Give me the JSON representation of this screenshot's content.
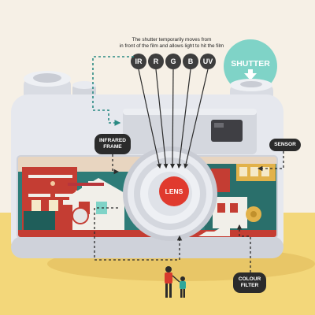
{
  "shutter_note": {
    "line1": "The shutter temporarily moves from",
    "line2": "in front of the film and allows light to hit the film"
  },
  "filters": [
    "IR",
    "R",
    "G",
    "B",
    "UV"
  ],
  "shutter_label": "SHUTTER",
  "lens_label": "LENS",
  "callouts": {
    "infrared_line1": "INFRARED",
    "infrared_line2": "FRAME",
    "sensor": "SENSOR",
    "colour_line1": "COLOUR",
    "colour_line2": "FILTER"
  },
  "colors": {
    "background": "#f6f0e6",
    "floor": "#f3d77a",
    "camera_body": "#e6e8ee",
    "lens_red": "#e03a2e",
    "shutter_teal": "#7fd3c7",
    "scene_teal": "#2e7c78",
    "scene_red": "#c43d33",
    "filter_dark": "#3d3d3d"
  }
}
